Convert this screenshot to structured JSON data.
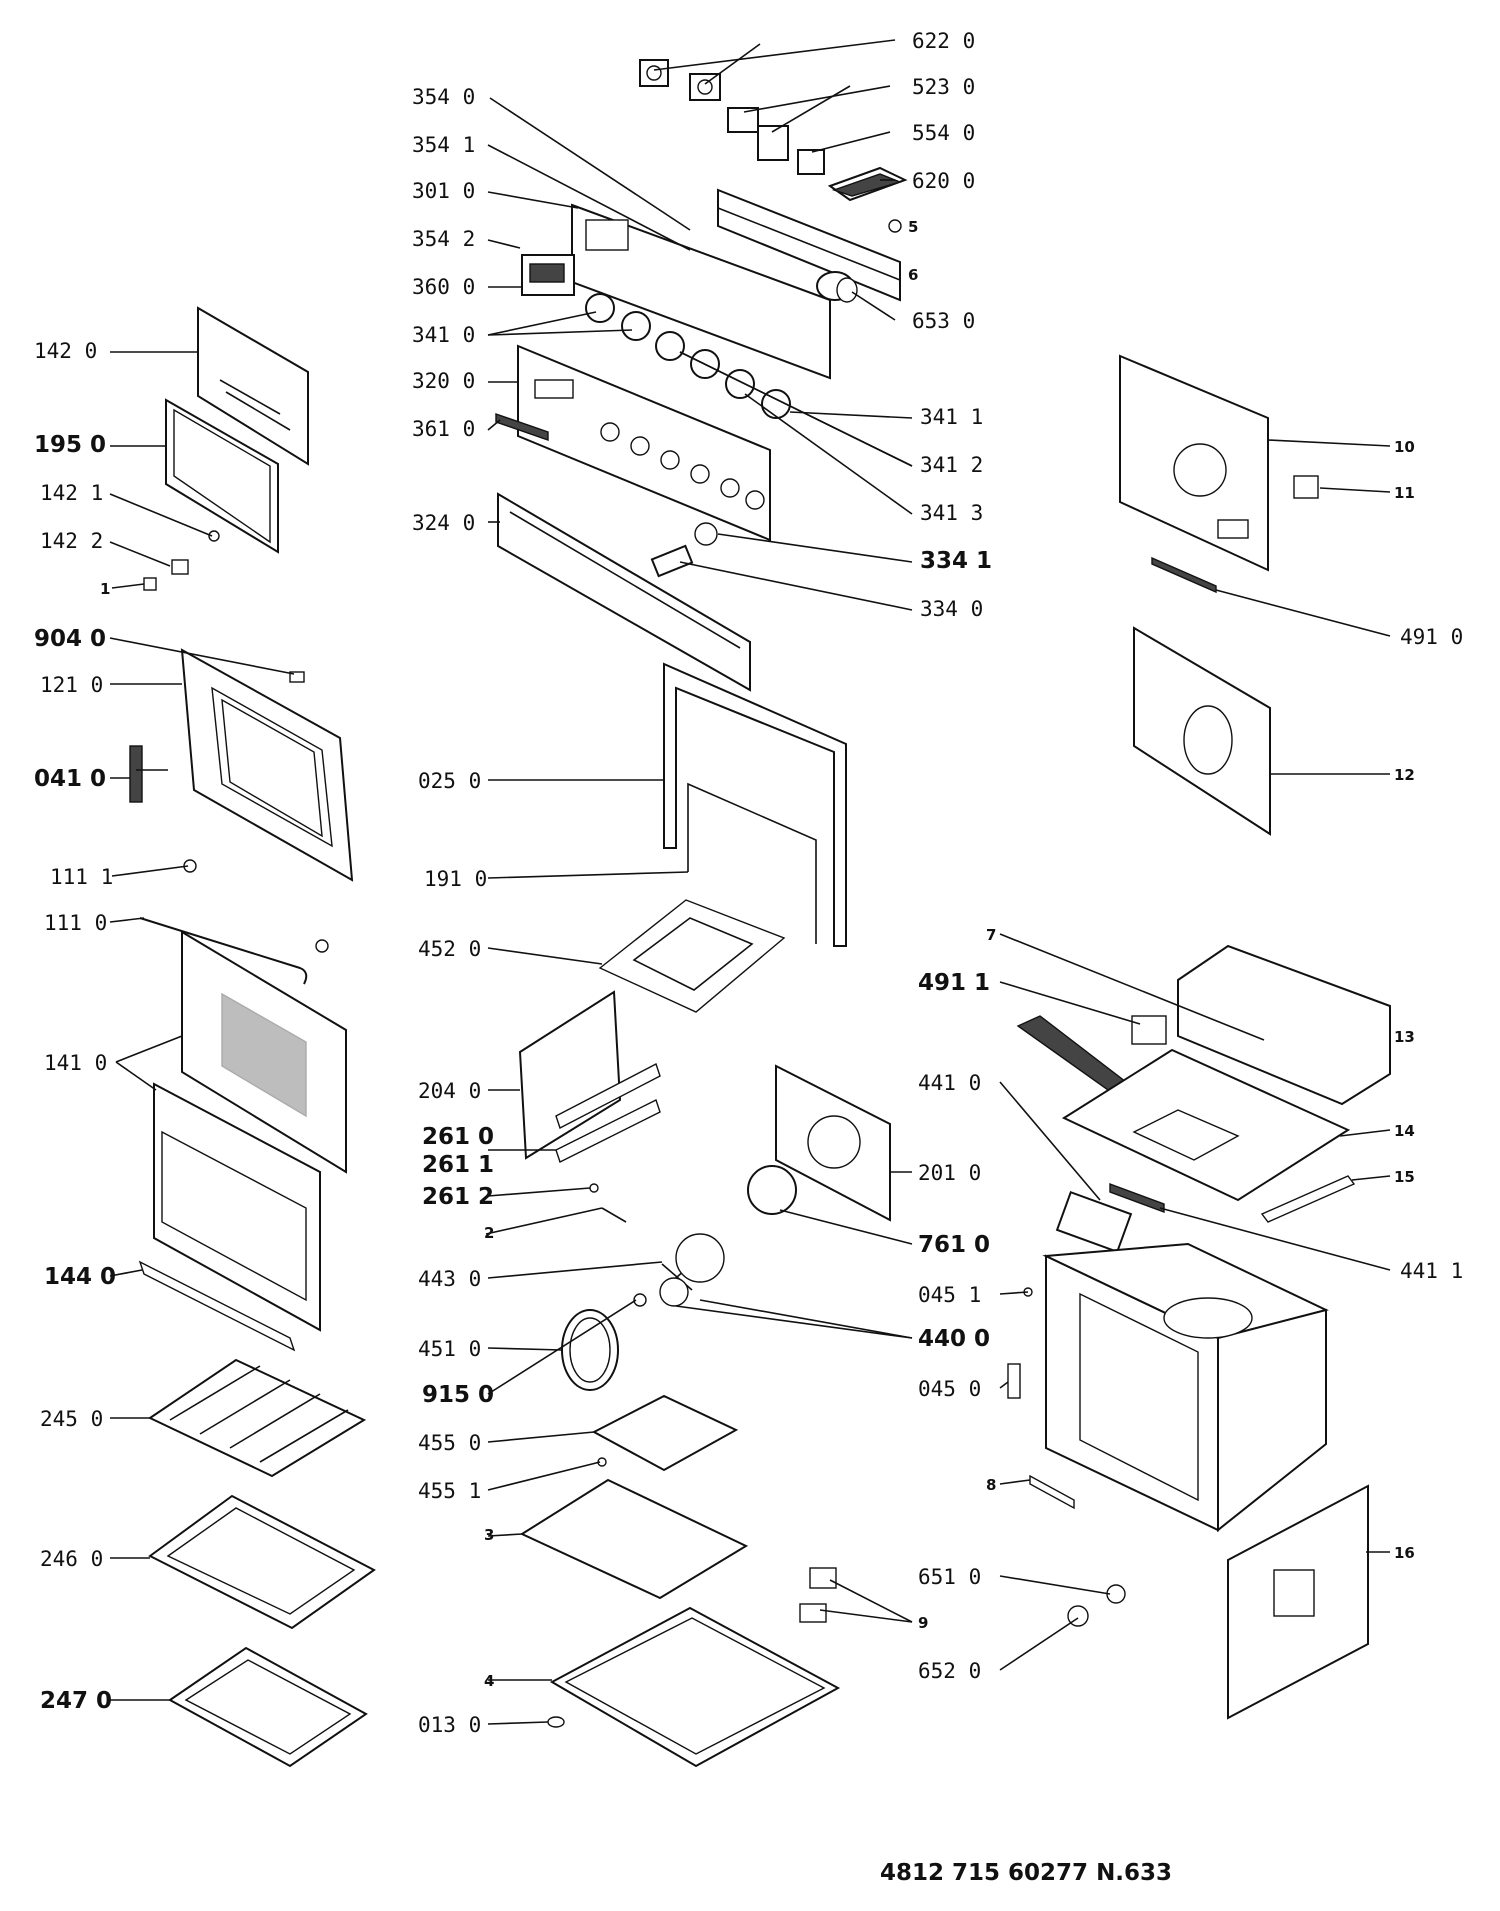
{
  "diagram": {
    "footer": "4812 715 60277   N.633",
    "labels": {
      "l6220": "622  0",
      "l5230": "523  0",
      "l5540": "554  0",
      "l6200": "620  0",
      "l5": "5",
      "l6": "6",
      "l6530": "653  0",
      "l3540": "354  0",
      "l3541": "354  1",
      "l3010": "301  0",
      "l3542": "354  2",
      "l3600": "360  0",
      "l3410": "341  0",
      "l3200": "320  0",
      "l3610": "361  0",
      "l3240": "324  0",
      "l3411": "341  1",
      "l3412": "341  2",
      "l3413": "341  3",
      "l3341": "334  1",
      "l3340": "334  0",
      "l1420": "142  0",
      "l1950": "195  0",
      "l1421": "142  1",
      "l1422": "142  2",
      "l1": "1",
      "l9040": "904  0",
      "l1210": "121  0",
      "l0410": "041  0",
      "l1111": "111  1",
      "l1110": "111  0",
      "l1410": "141  0",
      "l1440": "144  0",
      "l2450": "245  0",
      "l2460": "246  0",
      "l2470": "247  0",
      "l0250": "025  0",
      "l1910": "191  0",
      "l4520": "452  0",
      "l2040": "204  0",
      "l2610": "261  0",
      "l2611": "261  1",
      "l2612": "261  2",
      "l2": "2",
      "l4430": "443  0",
      "l4510": "451  0",
      "l9150": "915  0",
      "l4550": "455  0",
      "l4551": "455  1",
      "l3": "3",
      "l4": "4",
      "l0130": "013  0",
      "l2010": "201  0",
      "l7610": "761  0",
      "l4400": "440  0",
      "l10": "10",
      "l11": "11",
      "l4910": "491  0",
      "l12": "12",
      "l7": "7",
      "l4911": "491  1",
      "l13": "13",
      "l4410": "441  0",
      "l14": "14",
      "l15": "15",
      "l4411": "441  1",
      "l0451": "045  1",
      "l0450": "045  0",
      "l8": "8",
      "l16": "16",
      "l6510": "651  0",
      "l6520": "652  0",
      "l9": "9"
    }
  }
}
